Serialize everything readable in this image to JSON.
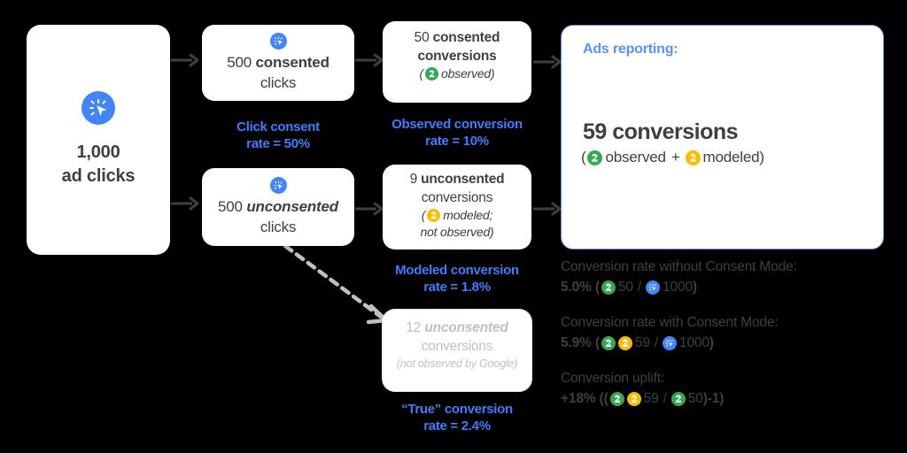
{
  "colors": {
    "blue_accent": "#3d7eff",
    "panel_border": "#5b90f5",
    "click_blue": "#4285f4",
    "observed_green": "#34a853",
    "modeled_yellow": "#fbbc04",
    "text_dark": "#3c4043",
    "muted_grey": "#bdc1c6",
    "arrow_grey": "#3c4043",
    "dashed_grey": "#bdc1c6"
  },
  "flow": {
    "total_card": {
      "icon": "click-icon",
      "line1": "1,000",
      "line2": "ad clicks"
    },
    "consented_clicks": {
      "icon": "click-icon",
      "count": "500",
      "emphasis": "consented",
      "line2": "clicks"
    },
    "unconsented_clicks": {
      "icon": "click-icon",
      "count": "500",
      "emphasis": "unconsented",
      "line2": "clicks"
    },
    "consented_conversions": {
      "count": "50",
      "emphasis": "consented",
      "line2": "conversions",
      "note_open": "(",
      "note_icon": "observed-conversion-icon",
      "note_text": "observed)"
    },
    "unconsented_conversions": {
      "count": "9",
      "emphasis": "unconsented",
      "line2": "conversions",
      "note_open": "(",
      "note_icon": "modeled-conversion-icon",
      "note_text": "modeled;",
      "note_line2": "not observed)"
    },
    "true_conversions": {
      "count": "12",
      "emphasis": "unconsented",
      "line2": "conversions",
      "note": "(not observed by Google)"
    }
  },
  "labels": {
    "click_consent": {
      "line1": "Click consent",
      "line2": "rate = 50%"
    },
    "observed_conversion": {
      "line1": "Observed conversion",
      "line2": "rate = 10%"
    },
    "modeled_conversion": {
      "line1": "Modeled conversion",
      "line2": "rate = 1.8%"
    },
    "true_conversion": {
      "line1": "“True” conversion",
      "line2": "rate = 2.4%"
    }
  },
  "ads_panel": {
    "title": "Ads reporting:",
    "headline": "59 conversions",
    "sub_open": "(",
    "sub_observed": "observed",
    "sub_plus": "+",
    "sub_modeled": "modeled)"
  },
  "stats": [
    {
      "label": "Conversion rate without Consent Mode:",
      "value_prefix": "5.0% (",
      "numerator": "50",
      "divider": "/",
      "denominator": "1000",
      "value_suffix": ")",
      "icons_numerator": [
        "observed-conversion-icon"
      ],
      "icon_denominator": "click-icon"
    },
    {
      "label": "Conversion rate with Consent Mode:",
      "value_prefix": "5.9% (",
      "numerator": "59",
      "divider": "/",
      "denominator": "1000",
      "value_suffix": ")",
      "icons_numerator": [
        "observed-conversion-icon",
        "modeled-conversion-icon"
      ],
      "icon_denominator": "click-icon"
    },
    {
      "label": "Conversion uplift:",
      "value_prefix": "+18% ((",
      "numerator": "59",
      "divider": "/",
      "denominator": "50",
      "value_suffix": ")-1)",
      "icons_numerator": [
        "observed-conversion-icon",
        "modeled-conversion-icon"
      ],
      "icon_denominator": "observed-conversion-icon"
    }
  ]
}
